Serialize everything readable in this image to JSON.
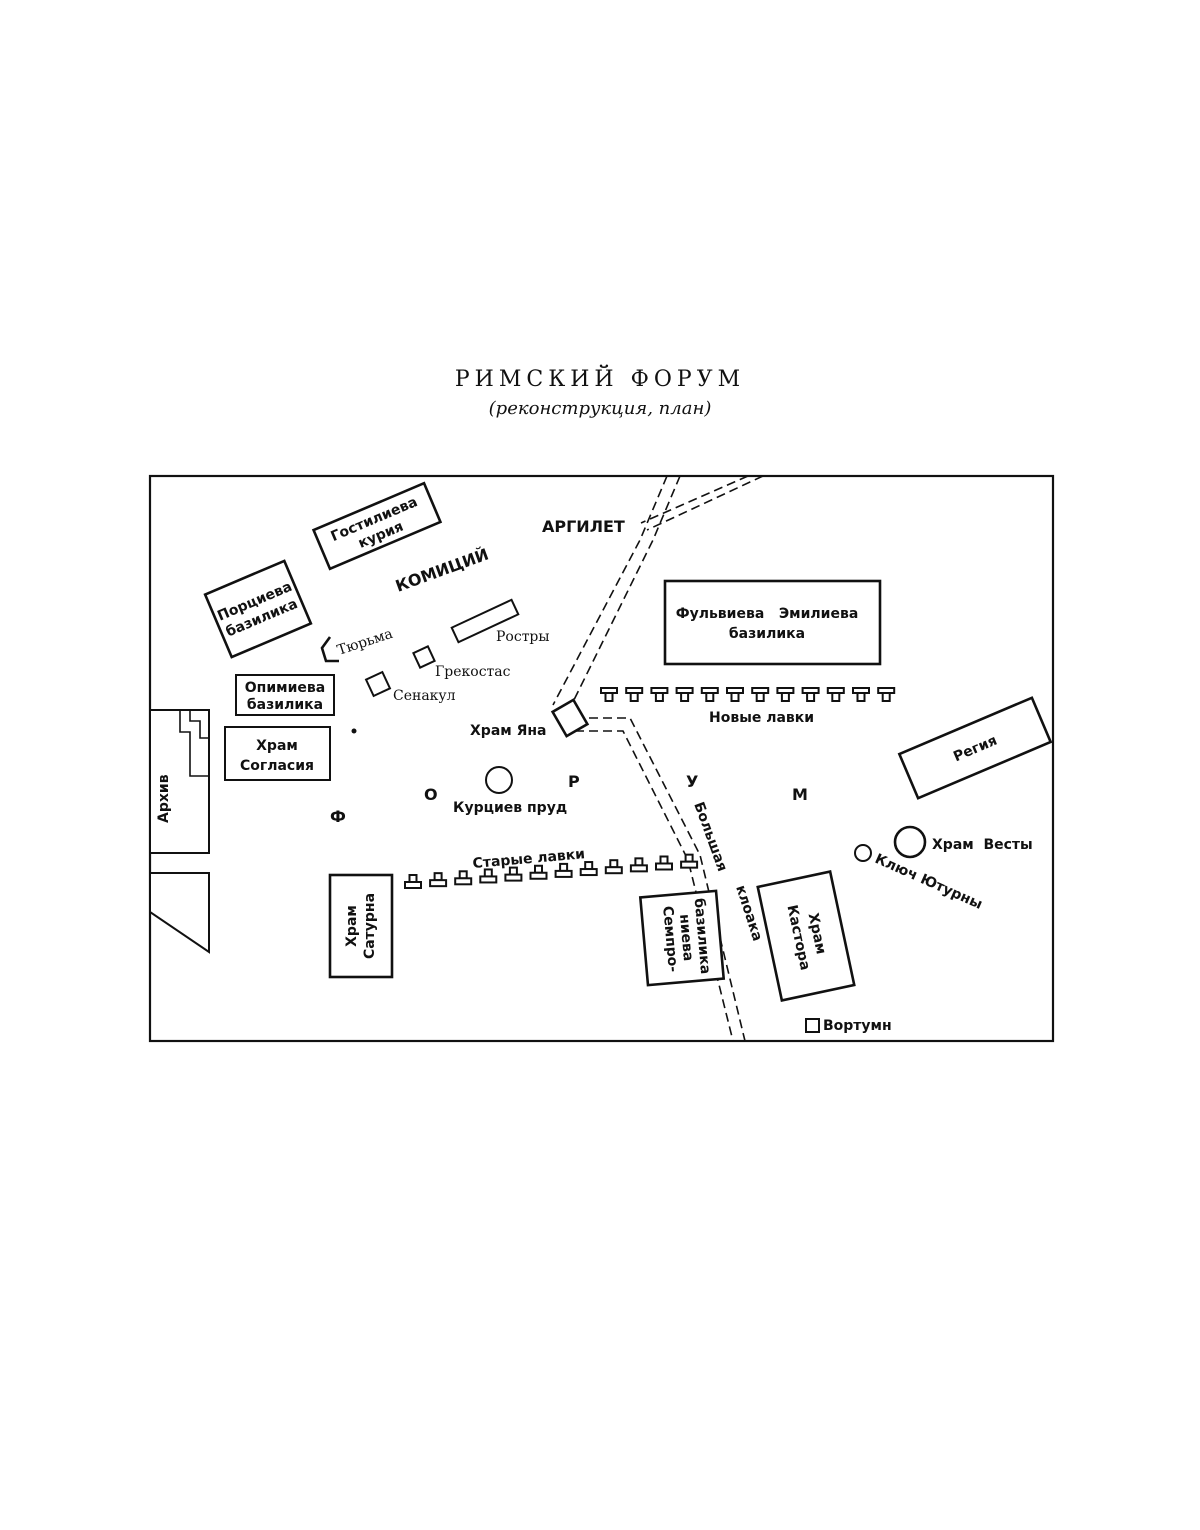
{
  "title": "РИМСКИЙ ФОРУМ",
  "subtitle": "(реконструкция, план)",
  "labels": {
    "argilet": "АРГИЛЕТ",
    "komitsiy": "КОМИЦИЙ",
    "gostilieva_1": "Гостилиева",
    "gostilieva_2": "курия",
    "portsieva_1": "Порциева",
    "portsieva_2": "базилика",
    "tyurma": "Тюрьма",
    "rostry": "Ростры",
    "grekostas": "Грекостас",
    "senakul": "Сенакул",
    "opimieva_1": "Опимиева",
    "opimieva_2": "базилика",
    "khram_yana": "Храм Яна",
    "soglasiya_1": "Храм",
    "soglasiya_2": "Согласия",
    "arkhiv": "Архив",
    "kurtsiev_prud": "Курциев пруд",
    "fulvieva_1": "Фульвиева   Эмилиева",
    "fulvieva_2": "базилика",
    "novye_lavki": "Новые лавки",
    "regiya": "Регия",
    "khram_vesty": "Храм  Весты",
    "klyuch_yuturny": "Ключ Ютурны",
    "starye_lavki": "Старые лавки",
    "saturna_1": "Храм",
    "saturna_2": "Сатурна",
    "sempronieva_1": "Семпро-",
    "sempronieva_2": "ниева",
    "sempronieva_3": "базилика",
    "kastora_1": "Храм",
    "kastora_2": "Кастора",
    "bolshaya": "Большая",
    "kloaka": "клоака",
    "vortumn": "Вортумн",
    "forum_f": "Ф",
    "forum_o": "О",
    "forum_r": "Р",
    "forum_u": "У",
    "forum_m": "М"
  }
}
